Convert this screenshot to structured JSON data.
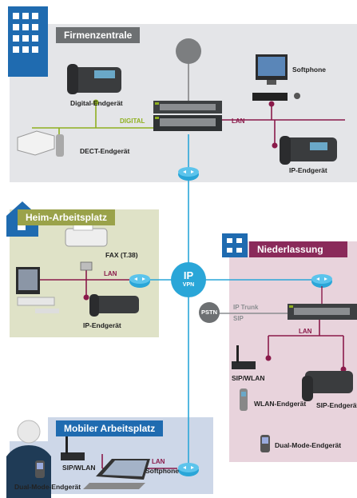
{
  "zones": {
    "hq": {
      "title": "Firmenzentrale",
      "bg": "#e4e5e8",
      "title_bg": "#6d7072"
    },
    "home": {
      "title": "Heim-Arbeitsplatz",
      "bg": "#dfe2c7",
      "title_bg": "#9aa24a"
    },
    "branch": {
      "title": "Niederlassung",
      "bg": "#e8d3dc",
      "title_bg": "#8a2a5a"
    },
    "mobile": {
      "title": "Mobiler Arbeitsplatz",
      "bg": "#cdd7e8",
      "title_bg": "#1f6bb0"
    }
  },
  "hq": {
    "digital_device": "Digital-Endgerät",
    "softphone": "Softphone",
    "net_digital": "DIGITAL",
    "net_lan": "LAN",
    "dect_device": "DECT-Endgerät",
    "ip_device": "IP-Endgerät"
  },
  "home": {
    "fax": "FAX (T.38)",
    "net_lan": "LAN",
    "ip_device": "IP-Endgerät"
  },
  "core": {
    "ip_line1": "IP",
    "ip_line2": "VPN",
    "pstn": "PSTN"
  },
  "branch": {
    "ip_trunk": "IP Trunk",
    "sip": "SIP",
    "net_lan": "LAN",
    "sip_wlan": "SIP/WLAN",
    "sip_device": "SIP-Endgerät",
    "wlan_device": "WLAN-Endgerät",
    "dual_mode": "Dual-Mode-Endgerät"
  },
  "mobile": {
    "net_lan": "LAN",
    "sip_wlan": "SIP/WLAN",
    "softphone": "Softphone",
    "dual_mode": "Dual-Mode-Endgerät"
  },
  "colors": {
    "ip_line": "#2aa6d8",
    "digital_line": "#8fb020",
    "lan_line": "#8a1a4a",
    "router": "#2aa6d8"
  }
}
